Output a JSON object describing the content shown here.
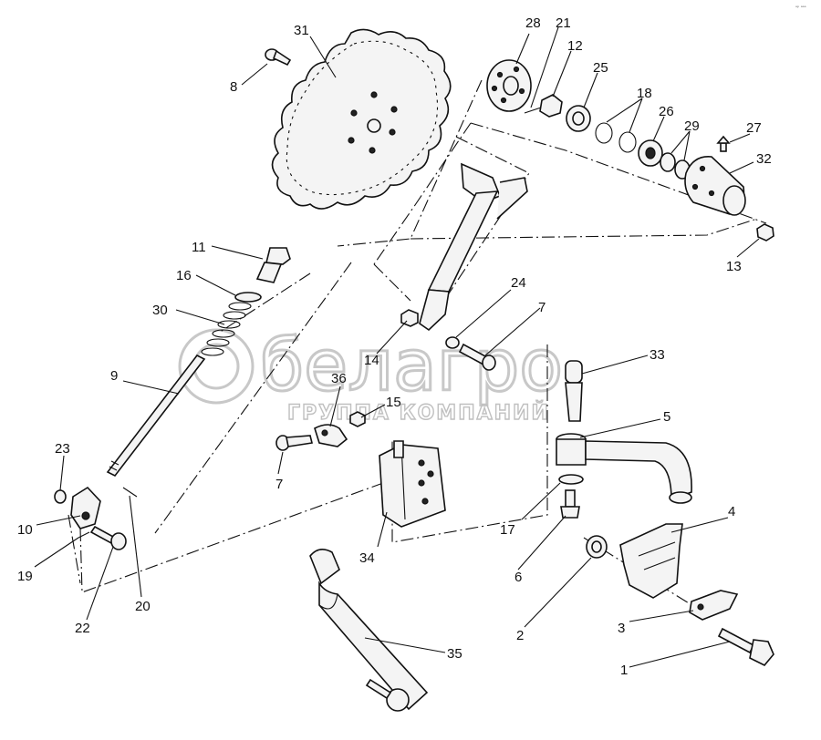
{
  "watermark": {
    "brand": "белагро",
    "subtitle": "ГРУППА КОМПАНИЙ"
  },
  "corner_mark": "ᵃᵖ ᵃᵃᵃ",
  "callouts": [
    {
      "id": "31",
      "text": "31"
    },
    {
      "id": "8",
      "text": "8"
    },
    {
      "id": "28",
      "text": "28"
    },
    {
      "id": "21",
      "text": "21"
    },
    {
      "id": "12",
      "text": "12"
    },
    {
      "id": "25",
      "text": "25"
    },
    {
      "id": "18",
      "text": "18"
    },
    {
      "id": "26",
      "text": "26"
    },
    {
      "id": "29",
      "text": "29"
    },
    {
      "id": "27",
      "text": "27"
    },
    {
      "id": "32",
      "text": "32"
    },
    {
      "id": "13",
      "text": "13"
    },
    {
      "id": "11",
      "text": "11"
    },
    {
      "id": "16",
      "text": "16"
    },
    {
      "id": "30",
      "text": "30"
    },
    {
      "id": "24",
      "text": "24"
    },
    {
      "id": "7a",
      "text": "7"
    },
    {
      "id": "14",
      "text": "14"
    },
    {
      "id": "33",
      "text": "33"
    },
    {
      "id": "9",
      "text": "9"
    },
    {
      "id": "36",
      "text": "36"
    },
    {
      "id": "15",
      "text": "15"
    },
    {
      "id": "5",
      "text": "5"
    },
    {
      "id": "7b",
      "text": "7"
    },
    {
      "id": "23",
      "text": "23"
    },
    {
      "id": "17",
      "text": "17"
    },
    {
      "id": "4",
      "text": "4"
    },
    {
      "id": "10",
      "text": "10"
    },
    {
      "id": "34",
      "text": "34"
    },
    {
      "id": "6",
      "text": "6"
    },
    {
      "id": "19",
      "text": "19"
    },
    {
      "id": "20",
      "text": "20"
    },
    {
      "id": "22",
      "text": "22"
    },
    {
      "id": "2",
      "text": "2"
    },
    {
      "id": "3",
      "text": "3"
    },
    {
      "id": "35",
      "text": "35"
    },
    {
      "id": "1",
      "text": "1"
    }
  ]
}
